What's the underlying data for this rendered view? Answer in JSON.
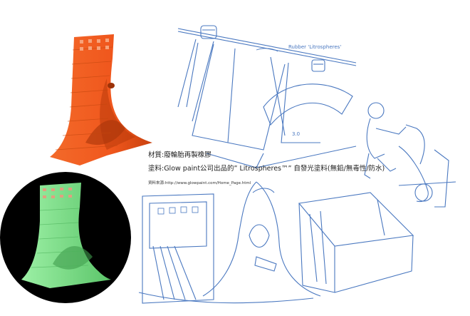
{
  "captions": {
    "material": "材質:廢輪胎再製橡膠",
    "paint": "塗料:Glow paint公司出品的” Litrospheres™” 自發光塗料(無鉛/無毒性/防水)",
    "source": "資料來源:http://www.glowpaint.com/Home_Page.html"
  },
  "sketch_notes": {
    "rubber_note": "Rubber 'Litrospheres'",
    "dimension_note": "3.0"
  },
  "colors": {
    "ramp_day": "#f0571d",
    "ramp_glow": "#7ee08a",
    "glow_bg": "#000000",
    "sketch_ink": "#4a78c0"
  },
  "icons": [
    "orange-ramp-render",
    "glow-ramp-render",
    "swing-sketch",
    "skater-sketch",
    "ramp-sketch"
  ]
}
